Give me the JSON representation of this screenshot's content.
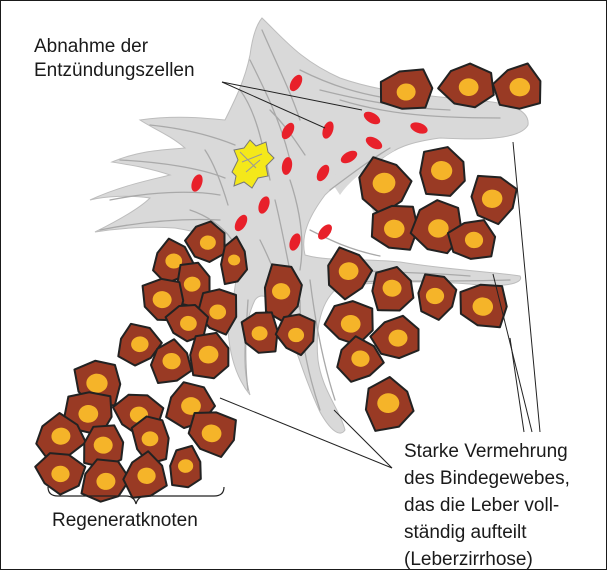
{
  "labels": {
    "inflammation": [
      "Abnahme der",
      "Entzündungszellen"
    ],
    "fibrosis": [
      "Starke Vermehrung",
      "des Bindegewebes,",
      "das die Leber voll-",
      "ständig aufteilt",
      "(Leberzirrhose)"
    ],
    "nodules": "Regeneratknoten"
  },
  "colors": {
    "connective_tissue": "#d9d9d9",
    "fiber": "#a9a9a9",
    "hepatocyte": "#993a24",
    "nucleus": "#f5b429",
    "inflammatory_cell": "#e8202a",
    "debris": "#f4e81a",
    "outline": "#222222"
  }
}
